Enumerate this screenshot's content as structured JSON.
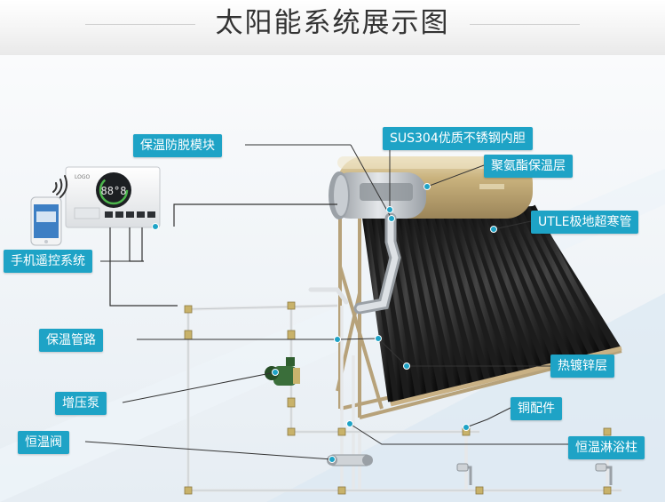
{
  "title": "太阳能系统展示图",
  "labels": {
    "antifreeze_module": "保温防脱模块",
    "sus304_tank": "SUS304优质不锈钢内胆",
    "pu_insulation": "聚氨酯保温层",
    "utle_tubes": "UTLE极地超寒管",
    "remote_control": "手机遥控系统",
    "insulated_pipes": "保温管路",
    "galvanized_layer": "热镀锌层",
    "booster_pump": "增压泵",
    "copper_fittings": "铜配件",
    "thermostatic_valve": "恒温阀",
    "shower_column": "恒温淋浴柱"
  },
  "controller": {
    "display": "88°8"
  },
  "colors": {
    "label_bg": "#1ea3c6",
    "tank_gold": "#c7b079",
    "steel": "#b9bec3",
    "pipe": "#e6e8ea",
    "pointer": "#333333"
  }
}
